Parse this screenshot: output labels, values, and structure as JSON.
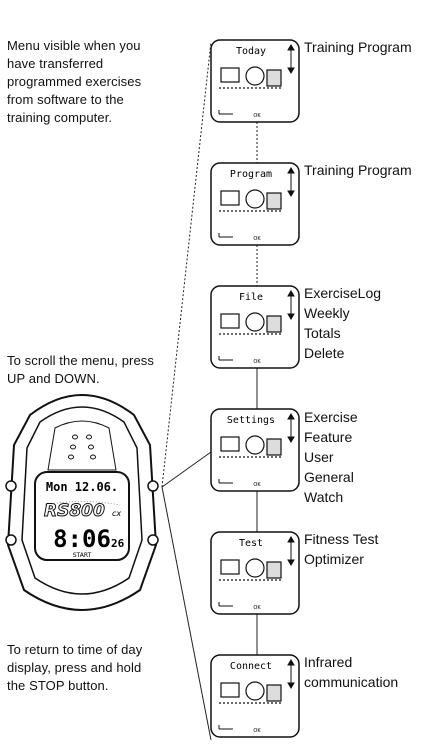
{
  "notes": {
    "menu_visible": [
      "Menu visible when you",
      "have transferred",
      "programmed exercises",
      "from software to the",
      "training computer."
    ],
    "scroll": [
      "To scroll the menu, press",
      "UP and DOWN."
    ],
    "return": [
      "To return to time of day",
      "display, press and hold",
      "the STOP button."
    ]
  },
  "watch": {
    "date": "Mon 12.06.",
    "brand": "RS800",
    "brand_suffix": "cx",
    "time": "8:06",
    "seconds": "26",
    "mode": "START"
  },
  "menus": [
    {
      "screen": "Today",
      "labels": [
        "Training Program"
      ],
      "icon": "today-icon"
    },
    {
      "screen": "Program",
      "labels": [
        "Training Program"
      ],
      "icon": "program-icon"
    },
    {
      "screen": "File",
      "labels": [
        "ExerciseLog",
        "Weekly",
        "Totals",
        "Delete"
      ],
      "icon": "file-icon"
    },
    {
      "screen": "Settings",
      "labels": [
        "Exercise",
        "Feature",
        "User",
        "General",
        "Watch"
      ],
      "icon": "settings-icon"
    },
    {
      "screen": "Test",
      "labels": [
        "Fitness Test",
        "Optimizer"
      ],
      "icon": "test-icon"
    },
    {
      "screen": "Connect",
      "labels": [
        "Infrared",
        "communication"
      ],
      "icon": "connect-icon"
    }
  ],
  "screen_footer": "OK"
}
